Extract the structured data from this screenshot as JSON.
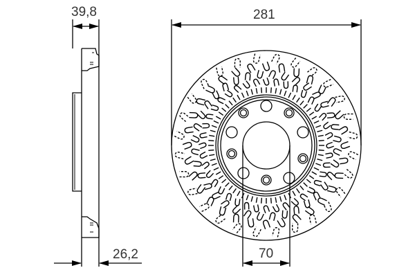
{
  "diagram": {
    "type": "brake-disc-technical-drawing",
    "views": [
      "side-profile",
      "front-face"
    ],
    "line_color": "#000000",
    "text_color": "#333333",
    "background": "#ffffff"
  },
  "dimensions": {
    "total_thickness": {
      "label": "39,8",
      "unit": "mm"
    },
    "disc_thickness": {
      "label": "26,2",
      "unit": "mm"
    },
    "outer_diameter": {
      "label": "281",
      "unit": "mm"
    },
    "center_bore": {
      "label": "70",
      "unit": "mm"
    }
  },
  "front_view": {
    "bolt_holes": 10,
    "drill_pattern": "drilled-and-slotted, ventilated"
  }
}
